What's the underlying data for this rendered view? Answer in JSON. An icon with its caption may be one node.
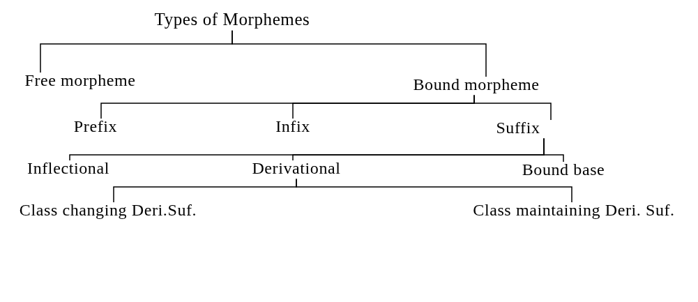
{
  "diagram": {
    "nodes": [
      {
        "text": [
          "Types of Morphemes"
        ]
      },
      {
        "text": [
          "Free morpheme"
        ]
      },
      {
        "text": [
          "Bound morpheme"
        ]
      },
      {
        "text": [
          "Prefix"
        ]
      },
      {
        "text": [
          "Infix"
        ]
      },
      {
        "text": [
          "Suffix"
        ]
      },
      {
        "text": [
          "Inflectional"
        ]
      },
      {
        "text": [
          "Derivational"
        ]
      },
      {
        "text": [
          "Bound base"
        ]
      },
      {
        "text": [
          "Class changing Deri.Suf."
        ]
      },
      {
        "text": [
          "Class maintaining Deri. Suf."
        ]
      }
    ],
    "edges": [
      {
        "from": 0,
        "to": 1,
        "arrow": "none"
      },
      {
        "from": 0,
        "to": 2,
        "arrow": "none"
      },
      {
        "from": 2,
        "to": 3,
        "arrow": "none"
      },
      {
        "from": 2,
        "to": 4,
        "arrow": "none"
      },
      {
        "from": 2,
        "to": 5,
        "arrow": "none"
      },
      {
        "from": 5,
        "to": 6,
        "arrow": "none"
      },
      {
        "from": 5,
        "to": 7,
        "arrow": "none"
      },
      {
        "from": 5,
        "to": 8,
        "arrow": "none"
      },
      {
        "from": 7,
        "to": 9,
        "arrow": "none"
      },
      {
        "from": 7,
        "to": 10,
        "arrow": "none"
      }
    ]
  }
}
